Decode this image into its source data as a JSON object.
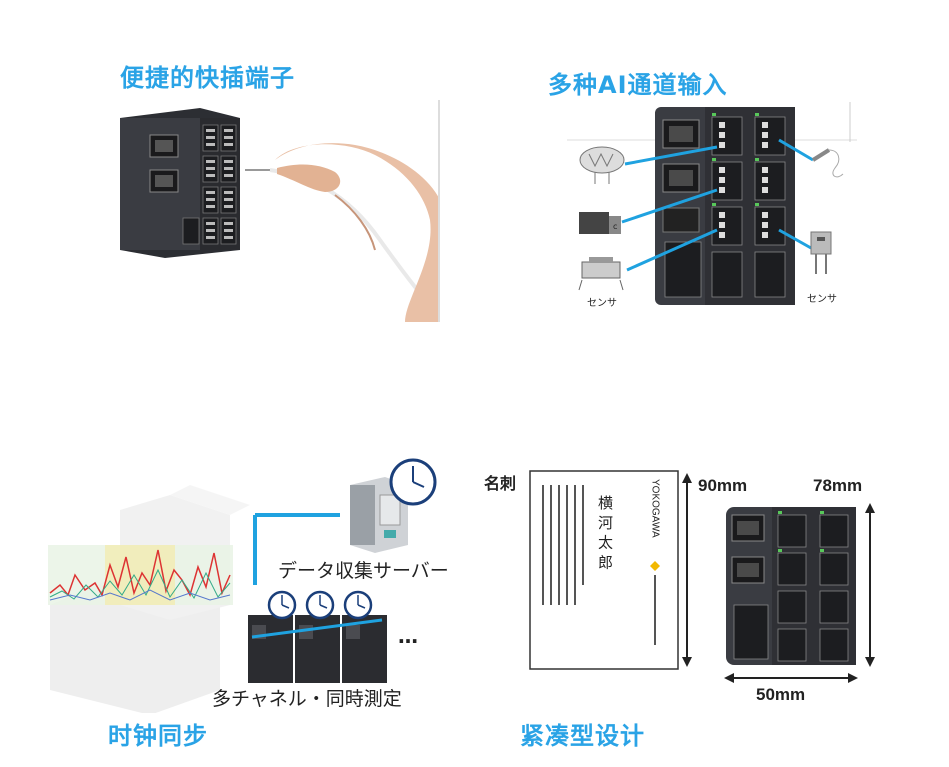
{
  "quadrants": {
    "top_left": {
      "title": "便捷的快插端子"
    },
    "top_right": {
      "title": "多种AI通道输入",
      "sensor_label_left": "センサ",
      "sensor_label_right": "センサ"
    },
    "bottom_left": {
      "title": "时钟同步",
      "server_label": "データ収集サーバー",
      "ellipsis": "…",
      "caption": "多チャネル・同時測定"
    },
    "bottom_right": {
      "title": "紧凑型设计",
      "card_label": "名刺",
      "card_brand": "YOKOGAWA",
      "card_name": "横 河 太 郎",
      "height_dim": "90mm",
      "depth_dim": "78mm",
      "width_dim": "50mm"
    }
  },
  "colors": {
    "accent": "#2aa3e6",
    "device": "#3a3c42",
    "connector": "#1f2023",
    "line": "#1fa2e0"
  }
}
